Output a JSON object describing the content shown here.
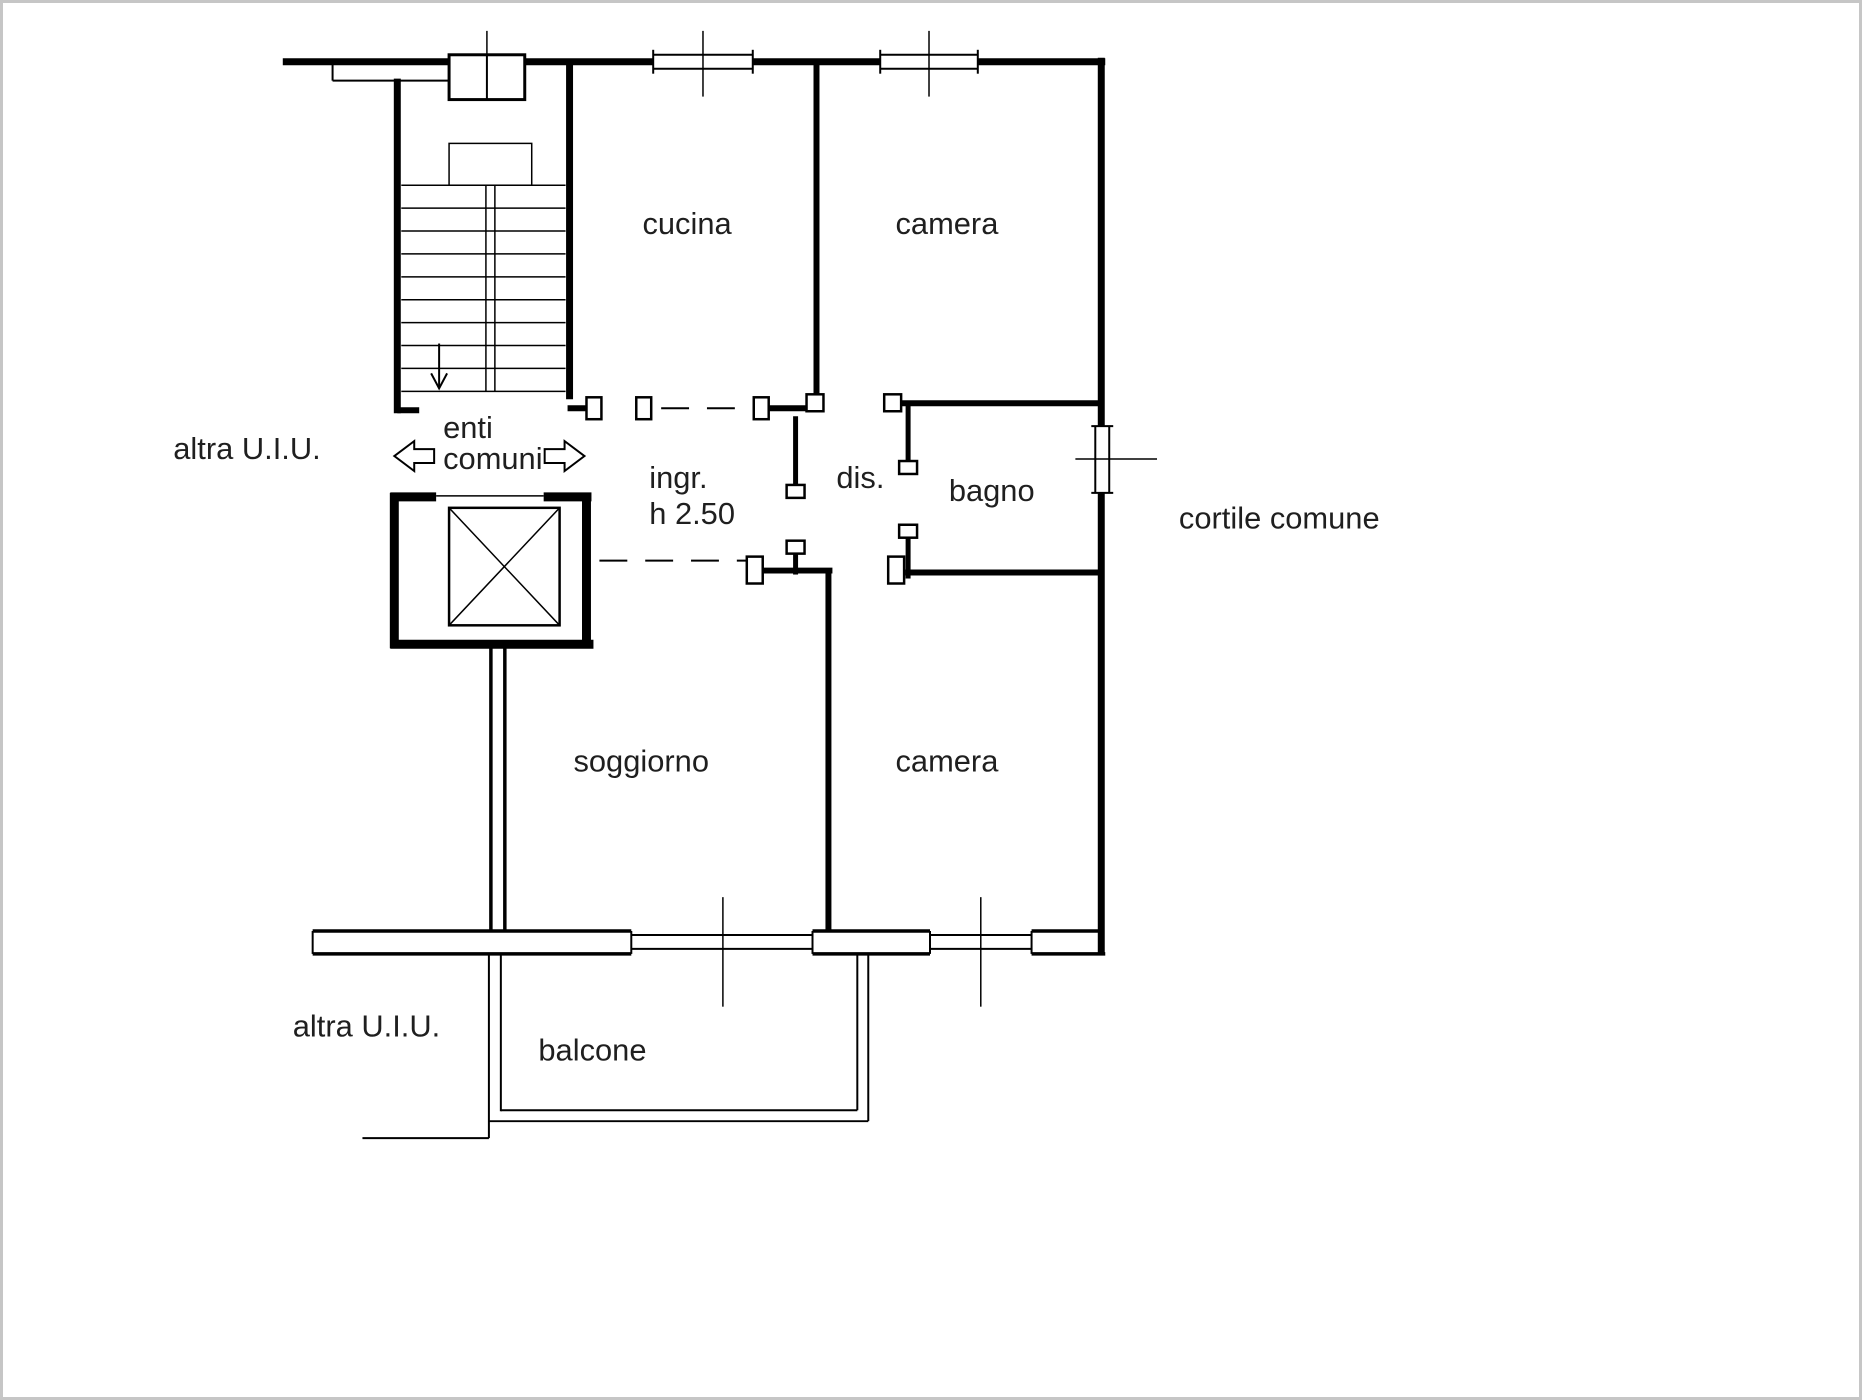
{
  "page": {
    "background_color": "#ffffff",
    "frame_color": "#c6c6c6",
    "line_color": "#000000",
    "text_color": "#1f1f1f"
  },
  "floorplan": {
    "rooms": {
      "cucina": "cucina",
      "camera_top": "camera",
      "camera_bottom": "camera",
      "bagno": "bagno",
      "soggiorno": "soggiorno",
      "balcone": "balcone"
    },
    "annotations": {
      "ingresso_abbr": "ingr.",
      "ingresso_height": "h 2.50",
      "disimpegno_abbr": "dis.",
      "enti_line1": "enti",
      "enti_line2": "comuni",
      "altra_uiu_left": "altra U.I.U.",
      "altra_uiu_bottom": "altra U.I.U.",
      "cortile_comune": "cortile comune"
    }
  }
}
